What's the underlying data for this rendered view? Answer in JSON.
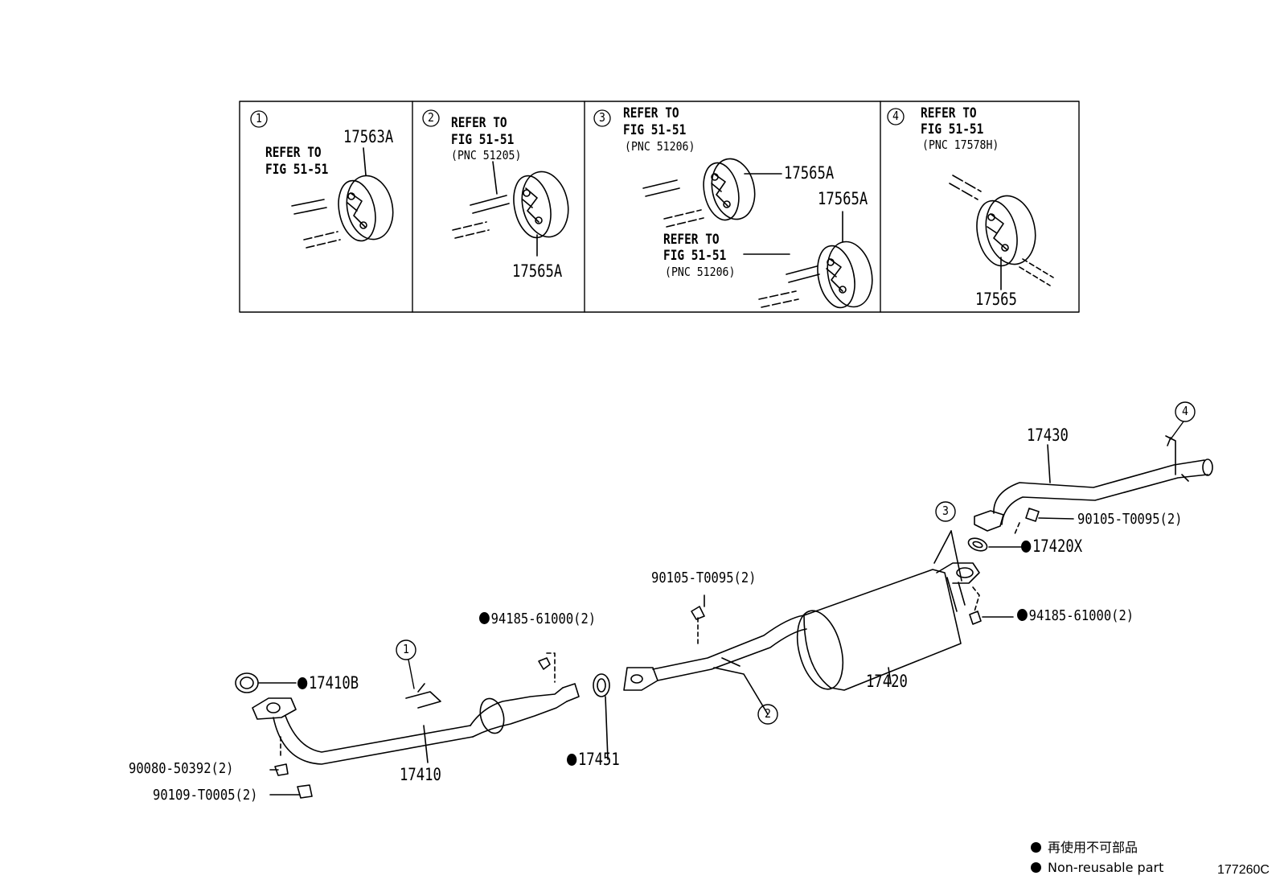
{
  "detail_panels": [
    {
      "circle": "1",
      "refer_line1": "REFER TO",
      "refer_line2": "FIG 51-51",
      "pnc": "",
      "parts": [
        "17563A"
      ]
    },
    {
      "circle": "2",
      "refer_line1": "REFER TO",
      "refer_line2": "FIG 51-51",
      "pnc": "(PNC 51205)",
      "parts": [
        "17565A"
      ]
    },
    {
      "circle": "3",
      "refer_line1": "REFER TO",
      "refer_line2": "FIG 51-51",
      "pnc": "(PNC 51206)",
      "parts": [
        "17565A",
        "17565A"
      ],
      "second_refer_line1": "REFER TO",
      "second_refer_line2": "FIG 51-51",
      "second_pnc": "(PNC 51206)"
    },
    {
      "circle": "4",
      "refer_line1": "REFER TO",
      "refer_line2": "FIG 51-51",
      "pnc": "(PNC 17578H)",
      "parts": [
        "17565"
      ]
    }
  ],
  "main_labels": {
    "gasket_17410B": "17410B",
    "pipe_17410": "17410",
    "bolt_90080": "90080-50392(2)",
    "bolt_90109": "90109-T0005(2)",
    "nut_94185_left": "94185-61000(2)",
    "gasket_17451": "17451",
    "bolt_90105_mid": "90105-T0095(2)",
    "muffler_17420": "17420",
    "tail_17430": "17430",
    "bolt_90105_right": "90105-T0095(2)",
    "gasket_17420X": "17420X",
    "nut_94185_right": "94185-61000(2)"
  },
  "callouts": [
    "1",
    "2",
    "3",
    "4"
  ],
  "legend": {
    "jp": "再使用不可部品",
    "en": "Non-reusable part"
  },
  "figure_id": "177260C"
}
